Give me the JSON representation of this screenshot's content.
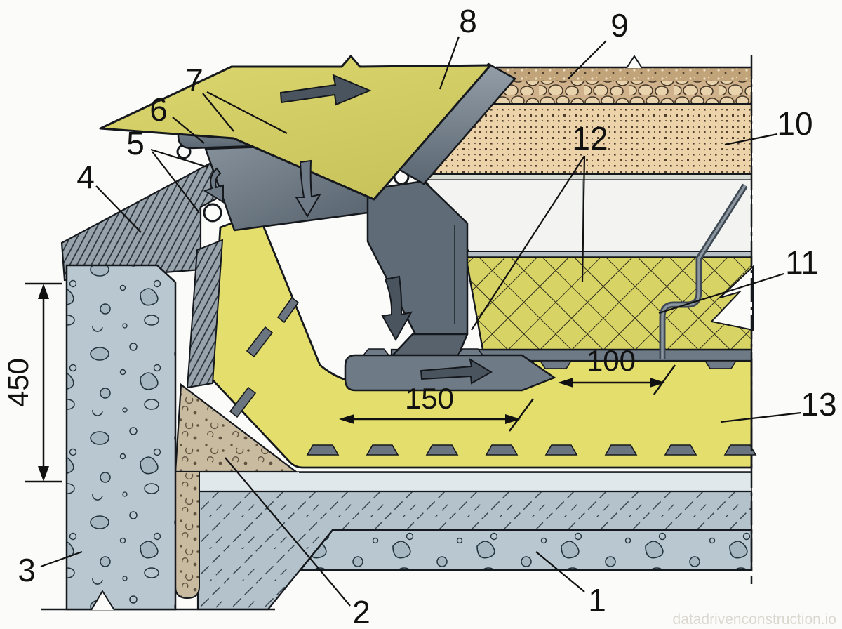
{
  "diagram": {
    "callouts": [
      {
        "n": "1"
      },
      {
        "n": "2"
      },
      {
        "n": "3"
      },
      {
        "n": "4"
      },
      {
        "n": "5"
      },
      {
        "n": "6"
      },
      {
        "n": "7"
      },
      {
        "n": "8"
      },
      {
        "n": "9"
      },
      {
        "n": "10"
      },
      {
        "n": "11"
      },
      {
        "n": "12"
      },
      {
        "n": "13"
      }
    ],
    "dimensions": {
      "wall_height": "450",
      "membrane_overlap": "150",
      "plate_gap": "100"
    },
    "watermark": "datadrivenconstruction.io"
  }
}
